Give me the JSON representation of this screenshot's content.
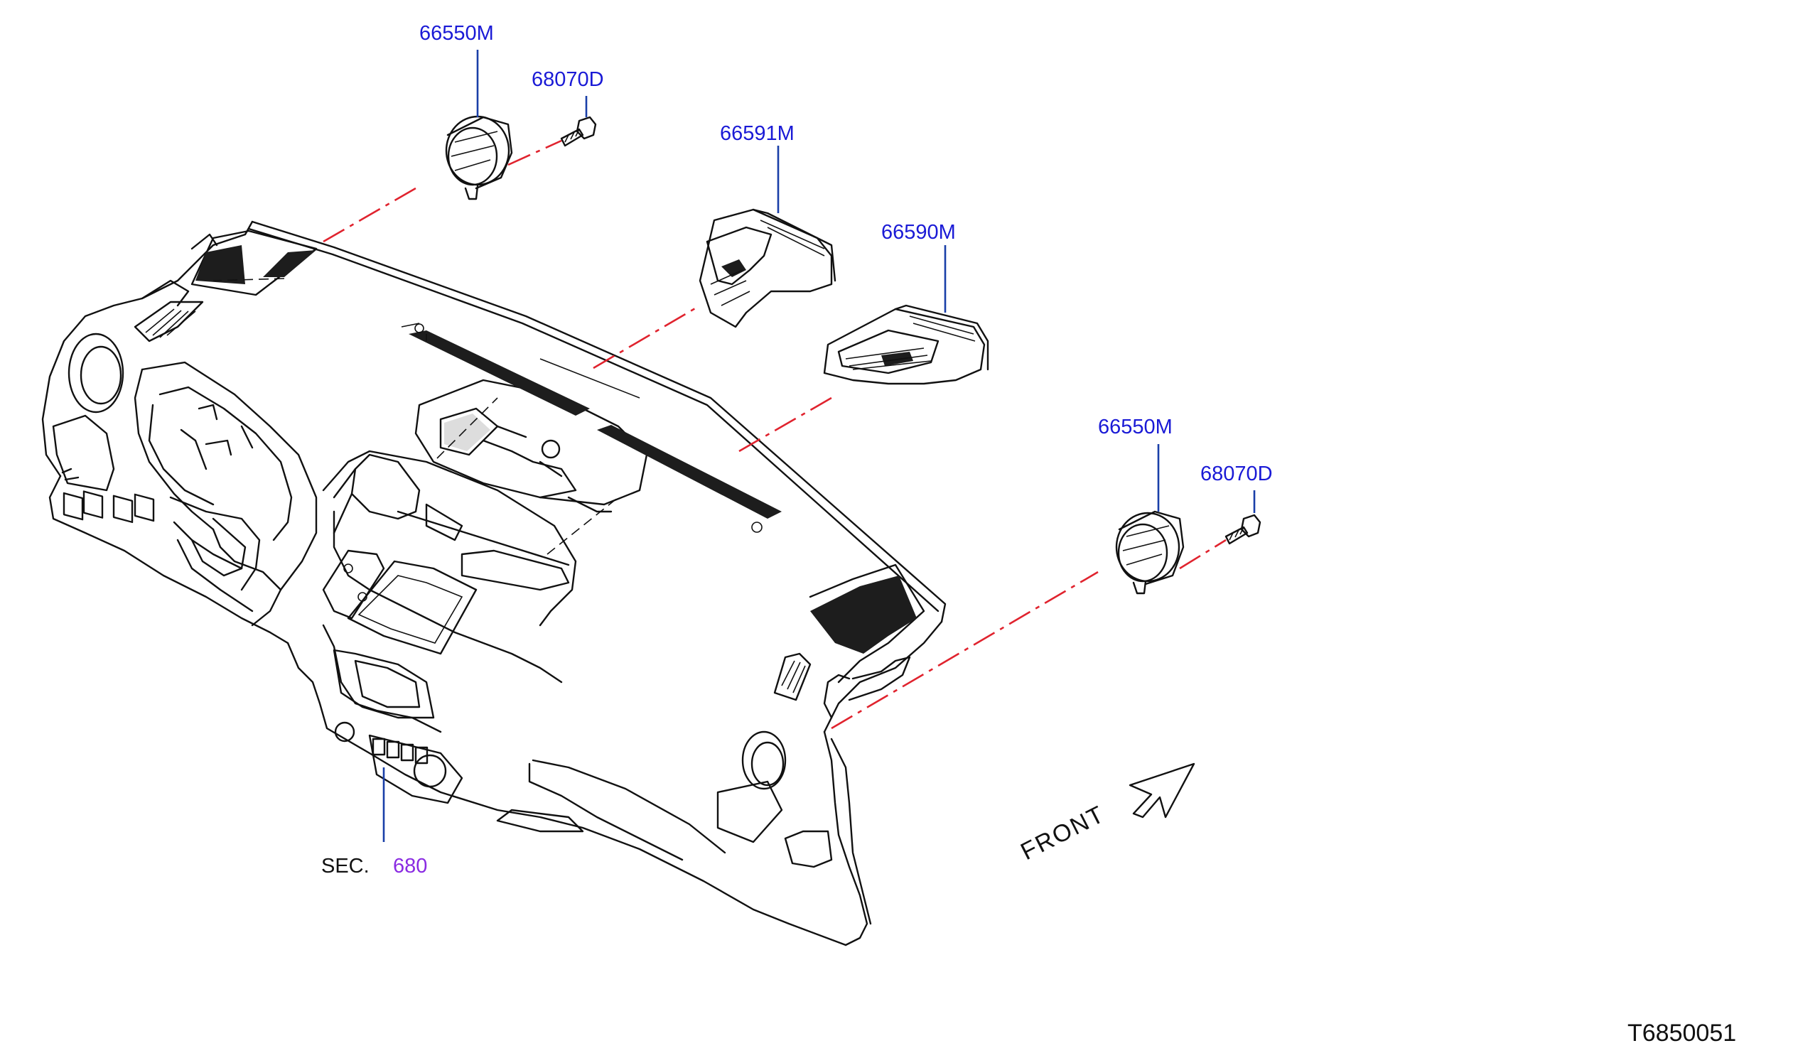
{
  "diagram": {
    "code": "T6850051",
    "front_label": "FRONT",
    "section": {
      "prefix": "SEC.",
      "number": "680"
    },
    "parts": [
      {
        "id": "vent-grille-left",
        "label": "66550M"
      },
      {
        "id": "screw-left",
        "label": "68070D"
      },
      {
        "id": "center-vent-upper",
        "label": "66591M"
      },
      {
        "id": "center-vent-lower",
        "label": "66590M"
      },
      {
        "id": "vent-grille-right",
        "label": "66550M"
      },
      {
        "id": "screw-right",
        "label": "68070D"
      }
    ]
  },
  "colors": {
    "part_label": "#1a1ad6",
    "section_number": "#8a2be2",
    "leader_line": "#1a3fa8",
    "assembly_line": "#e0232e",
    "linework": "#111111"
  }
}
